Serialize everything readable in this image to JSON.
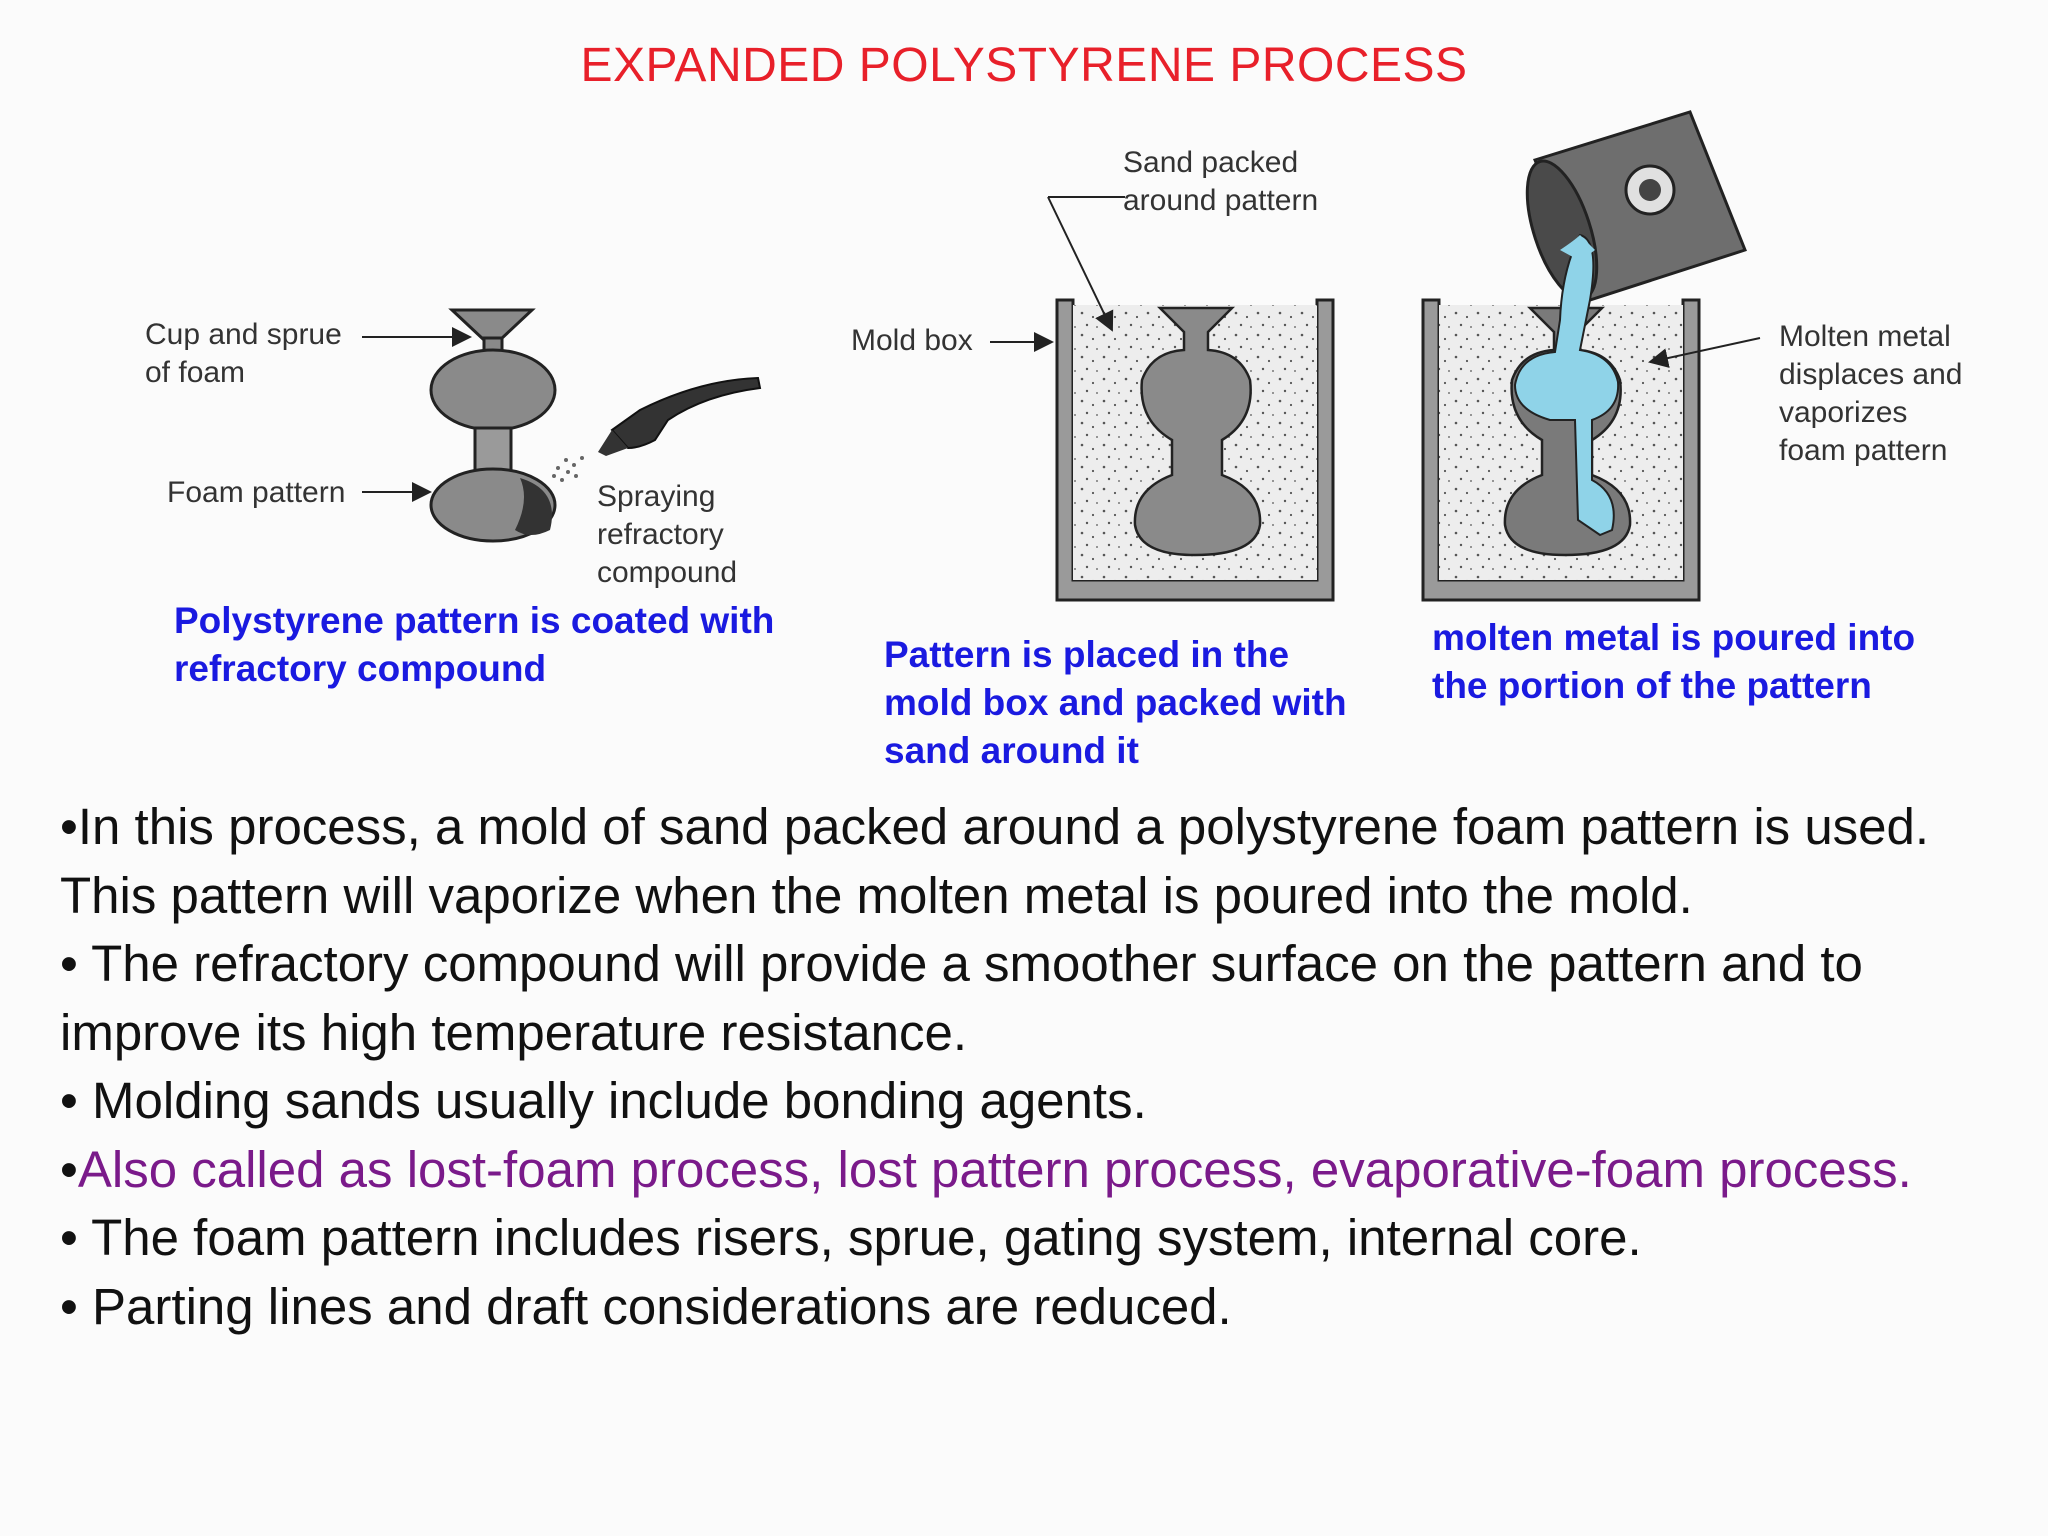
{
  "title": "EXPANDED POLYSTYRENE PROCESS",
  "figure": {
    "labels": {
      "cup_sprue": "Cup and sprue\nof foam",
      "foam_pattern": "Foam pattern",
      "spraying": "Spraying\nrefractory\ncompound",
      "sand_packed": "Sand packed\naround pattern",
      "mold_box": "Mold box",
      "molten_metal": "Molten metal\ndisplaces and\nvaporizes\nfoam pattern"
    },
    "captions": {
      "step1": "Polystyrene pattern is coated with\nrefractory compound",
      "step2": "Pattern is placed in the\nmold box and packed with\nsand around it",
      "step3": "molten metal is poured into\nthe portion of the pattern"
    }
  },
  "bullets": [
    {
      "prefix": "•",
      "text": "In this process, a mold of sand packed around a polystyrene foam pattern is used. This pattern will vaporize when the molten metal is poured into the mold."
    },
    {
      "prefix": "• ",
      "text": "The refractory compound will provide a smoother surface on the pattern and to improve its high temperature resistance."
    },
    {
      "prefix": "• ",
      "text": "Molding sands usually include bonding agents."
    },
    {
      "prefix": "•",
      "text": "Also called as lost-foam process, lost pattern process, evaporative-foam process."
    },
    {
      "prefix": "• ",
      "text": "The foam pattern includes risers, sprue, gating system, internal core."
    },
    {
      "prefix": "• ",
      "text": "Parting lines and draft considerations are reduced."
    }
  ],
  "colors": {
    "title": "#e8202a",
    "caption": "#1a1ae0",
    "highlight": "#7a1a8a",
    "molten_metal": "#8fd3e8",
    "pattern_gray": "#8a8a8a"
  }
}
